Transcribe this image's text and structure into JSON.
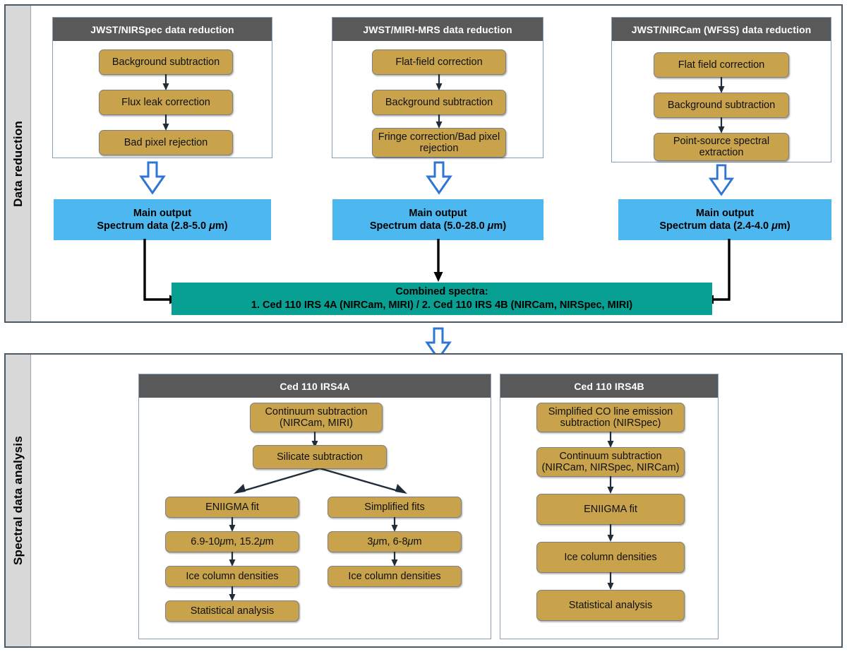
{
  "sections": [
    {
      "id": "data-reduction",
      "label": "Data reduction"
    },
    {
      "id": "spectral-data-analysis",
      "label": "Spectral data analysis"
    }
  ],
  "data_reduction": {
    "pipelines": [
      {
        "title": "JWST/NIRSpec data reduction",
        "steps": [
          "Background subtraction",
          "Flux leak correction",
          "Bad pixel rejection"
        ],
        "output_line1": "Main output",
        "output_line2_pre": "Spectrum data (2.8-5.0 ",
        "output_line2_post": "m)"
      },
      {
        "title": "JWST/MIRI-MRS data reduction",
        "steps": [
          "Flat-field correction",
          "Background subtraction",
          "Fringe correction/Bad pixel rejection"
        ],
        "output_line1": "Main output",
        "output_line2_pre": "Spectrum data (5.0-28.0 ",
        "output_line2_post": "m)"
      },
      {
        "title": "JWST/NIRCam (WFSS) data reduction",
        "steps": [
          "Flat field correction",
          "Background subtraction",
          "Point-source spectral extraction"
        ],
        "output_line1": "Main output",
        "output_line2_pre": "Spectrum data (2.4-4.0 ",
        "output_line2_post": "m)"
      }
    ],
    "combined": {
      "line1": "Combined spectra:",
      "line2": "1. Ced 110 IRS 4A (NIRCam, MIRI) / 2. Ced 110 IRS 4B (NIRCam, NIRSpec, MIRI)"
    }
  },
  "spectral_analysis": {
    "targets": [
      {
        "title": "Ced 110 IRS4A",
        "top_steps": [
          "Continuum subtraction (NIRCam, MIRI)",
          "Silicate subtraction"
        ],
        "branches": [
          {
            "name": "eniigma",
            "steps": [
              {
                "text": "ENIIGMA fit"
              },
              {
                "rich": true,
                "pre": "6.9-10 ",
                "mid": "m, 15.2 ",
                "post": "m"
              },
              {
                "text": "Ice column densities"
              },
              {
                "text": "Statistical analysis"
              }
            ]
          },
          {
            "name": "simplified",
            "steps": [
              {
                "text": "Simplified fits"
              },
              {
                "rich": true,
                "pre": "3 ",
                "mid": "m, 6-8 ",
                "post": "m"
              },
              {
                "text": "Ice column densities"
              }
            ]
          }
        ]
      },
      {
        "title": "Ced 110 IRS4B",
        "steps": [
          "Simplified CO line emission subtraction (NIRSpec)",
          "Continuum subtraction (NIRCam, NIRSpec, NIRCam)",
          "ENIIGMA fit",
          "Ice column densities",
          "Statistical analysis"
        ]
      }
    ]
  },
  "icons": {
    "blue_block_arrow": "down-block-arrow-icon",
    "flow_arrow": "flow-arrow-icon"
  },
  "colors": {
    "process_box": "#c9a34b",
    "header_bar": "#595959",
    "output_box": "#4db8f0",
    "combined_box": "#08a092",
    "side_label_bg": "#d8d8d8",
    "panel_border": "#4a5a66",
    "blue_arrow_stroke": "#2e75d4",
    "connector": "#1f2d3a"
  },
  "greek": {
    "mu": "μ"
  }
}
